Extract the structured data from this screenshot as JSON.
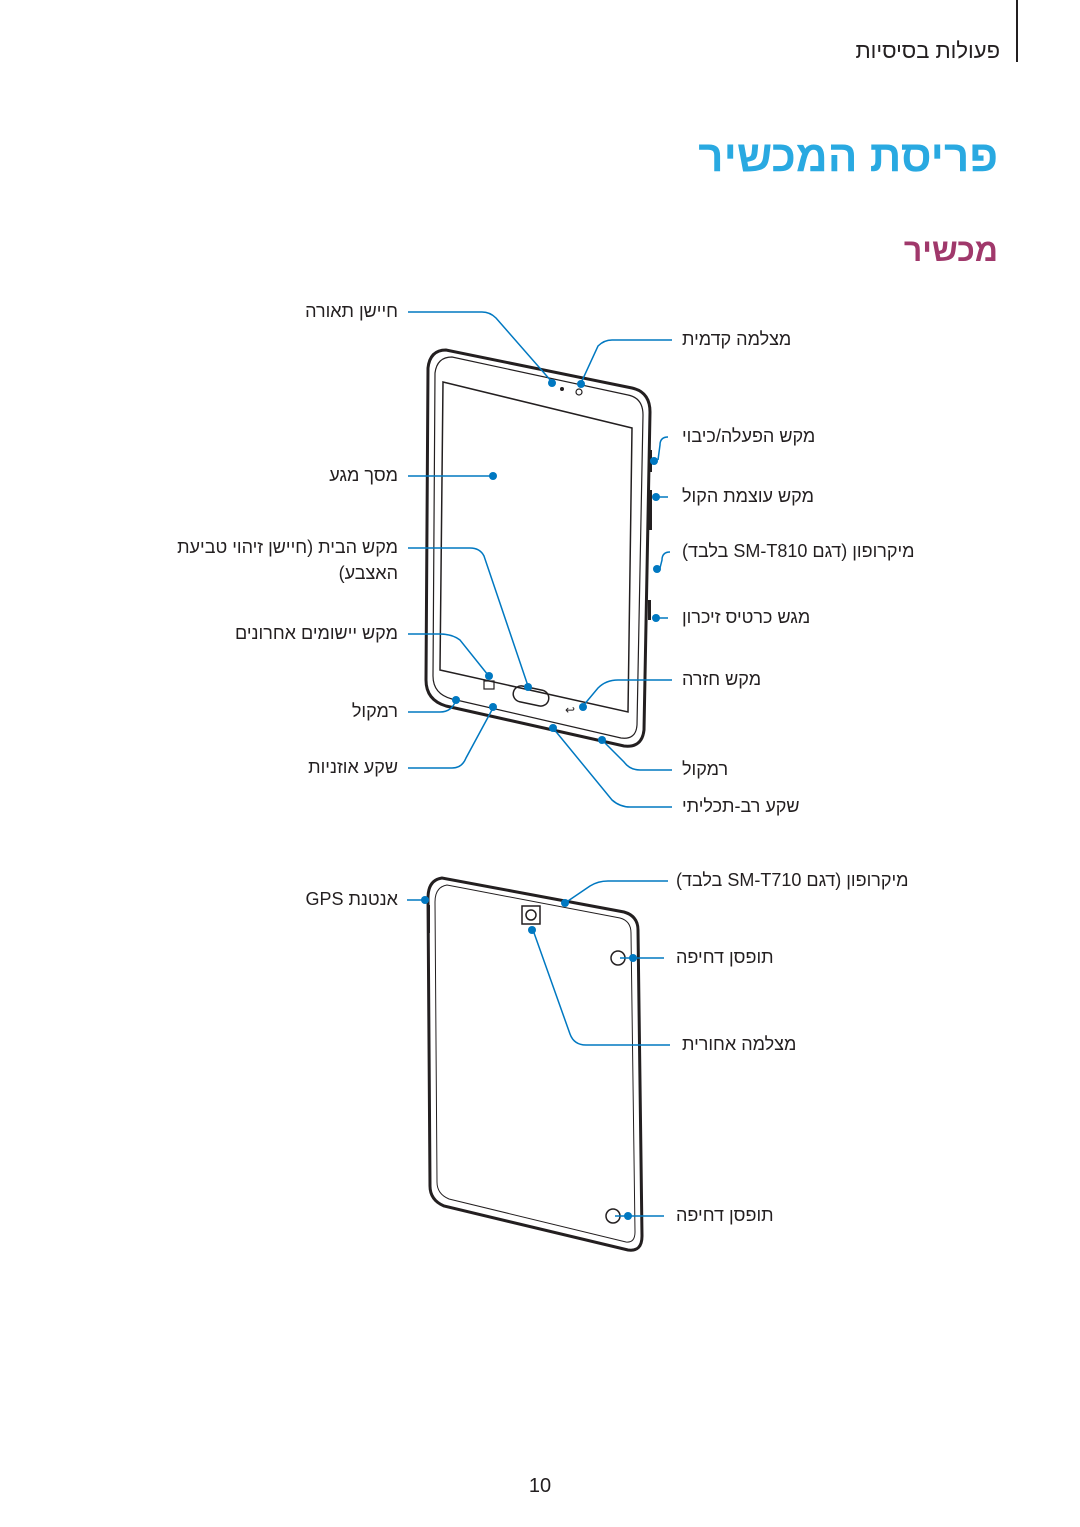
{
  "header": {
    "section": "פעולות בסיסיות"
  },
  "title": "פריסת המכשיר",
  "section_title": "מכשיר",
  "front_labels": {
    "light_sensor": "חיישן תאורה",
    "front_camera": "מצלמה קדמית",
    "power_key": "מקש הפעלה/כיבוי",
    "volume_key": "מקש עוצמת הקול",
    "touchscreen": "מסך מגע",
    "home_key": "מקש הבית (חיישן זיהוי טביעת",
    "home_key_2": "האצבע)",
    "microphone_t810": "מיקרופון (דגם SM-T810 בלבד)",
    "memory_slot": "מגש כרטיס זיכרון",
    "recent_apps": "מקש יישומים אחרונים",
    "back_key": "מקש חזרה",
    "speaker_left": "רמקול",
    "speaker_right": "רמקול",
    "headset_jack": "שקע אוזניות",
    "multipurpose_jack": "שקע רב-תכליתי"
  },
  "back_labels": {
    "gps_antenna": "אנטנת GPS",
    "microphone_t710": "מיקרופון (דגם SM-T710 בלבד)",
    "hook_top": "תופסן דחיפה",
    "rear_camera": "מצלמה אחורית",
    "hook_bottom": "תופסן דחיפה"
  },
  "footer": {
    "page_number": "10"
  },
  "colors": {
    "accent_blue": "#29a9e1",
    "title_purple": "#a0386b",
    "callout": "#0078c1"
  },
  "icons": [
    "tablet-front-illustration",
    "tablet-back-illustration"
  ]
}
